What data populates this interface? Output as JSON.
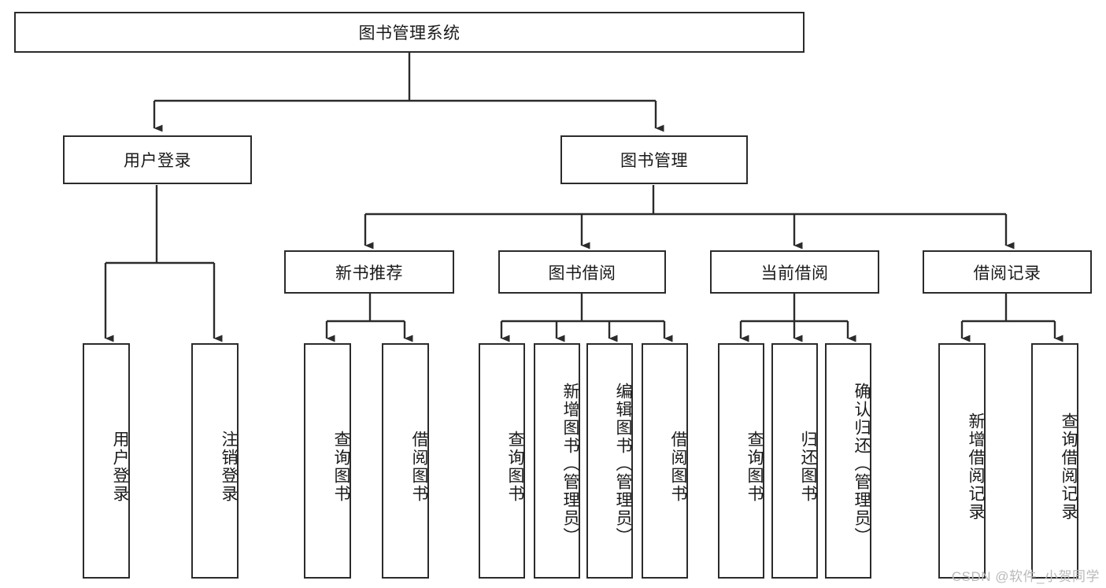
{
  "diagram": {
    "title": "图书管理系统",
    "type": "hierarchy-tree",
    "levels": 4
  },
  "root": {
    "label": "图书管理系统"
  },
  "level2": [
    {
      "label": "用户登录"
    },
    {
      "label": "图书管理"
    }
  ],
  "level3": [
    {
      "label": "新书推荐"
    },
    {
      "label": "图书借阅"
    },
    {
      "label": "当前借阅"
    },
    {
      "label": "借阅记录"
    }
  ],
  "leaves": {
    "user_login": [
      {
        "label": "用户登录"
      },
      {
        "label": "注销登录"
      }
    ],
    "new_book_recommend": [
      {
        "label": "查询图书"
      },
      {
        "label": "借阅图书"
      }
    ],
    "book_borrow": [
      {
        "label": "查询图书"
      },
      {
        "label": "新增图书（管理员）"
      },
      {
        "label": "编辑图书（管理员）"
      },
      {
        "label": "借阅图书"
      }
    ],
    "current_borrow": [
      {
        "label": "查询图书"
      },
      {
        "label": "归还图书"
      },
      {
        "label": "确认归还（管理员）"
      }
    ],
    "borrow_record": [
      {
        "label": "新增借阅记录"
      },
      {
        "label": "查询借阅记录"
      }
    ]
  },
  "watermark": {
    "text": "CSDN @软件_小贺同学"
  },
  "colors": {
    "stroke": "#2b2b2b",
    "text": "#1a1a1a",
    "background": "#ffffff",
    "watermark": "#b9b9b9"
  }
}
